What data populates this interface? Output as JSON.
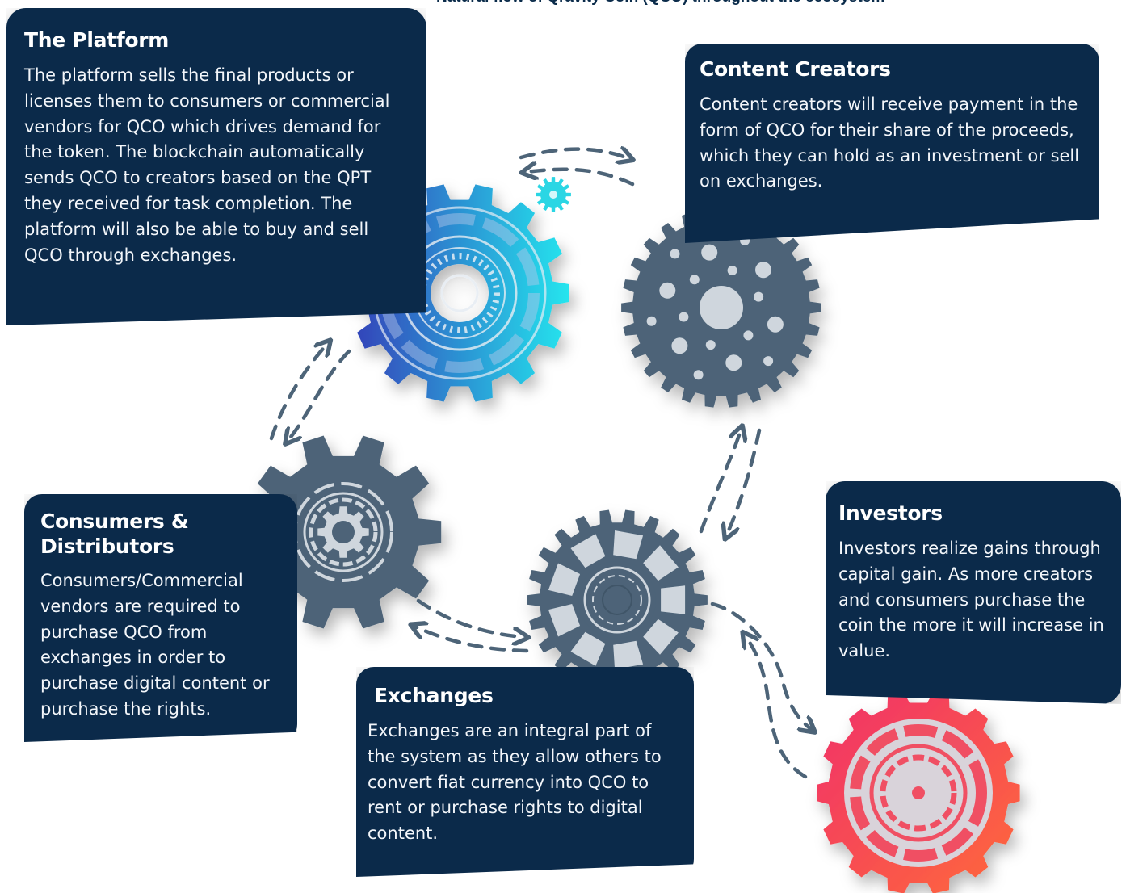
{
  "heading": "Natural flow of Qravity Coin (QCO) throughout the ecosystem",
  "colors": {
    "card_bg": "#0b2a4a",
    "gear_slate": "#4d6478",
    "arrow": "#4d6478",
    "platform_gear_gradient": [
      "#3340b8",
      "#25e5ee"
    ],
    "investors_gear_gradient": [
      "#f0306a",
      "#ff6a3a"
    ],
    "small_gear": "#2ad6e4"
  },
  "cards": {
    "platform": {
      "title": "The Platform",
      "body": "The platform sells the final products or licenses them to consumers or commercial vendors for QCO which drives demand for the token. The blockchain automatically sends QCO to creators based on the QPT they received for task completion. The platform will also be able to buy and sell QCO through exchanges."
    },
    "creators": {
      "title": "Content Creators",
      "body": "Content creators will receive payment in the form of QCO for their share of the proceeds, which they can hold as an investment or sell on exchanges."
    },
    "consumers": {
      "title": "Consumers & Distributors",
      "body": "Consumers/Commercial vendors are required to purchase QCO from exchanges in order to purchase digital content or purchase the rights."
    },
    "exchanges": {
      "title": "Exchanges",
      "body": "Exchanges are an integral part of the system as they allow others to convert fiat currency into QCO to rent or purchase rights to digital content."
    },
    "investors": {
      "title": "Investors",
      "body": "Investors realize gains through capital gain. As more creators and consumers purchase the coin the more it will increase in value."
    }
  },
  "icons": {
    "platform_gear": "gear-icon",
    "creators_gear": "gear-icon",
    "consumers_gear": "gear-icon",
    "exchanges_gear": "gear-icon",
    "investors_gear": "gear-icon",
    "small_gear": "gear-icon",
    "arrows": "dashed-arrow-icon"
  }
}
